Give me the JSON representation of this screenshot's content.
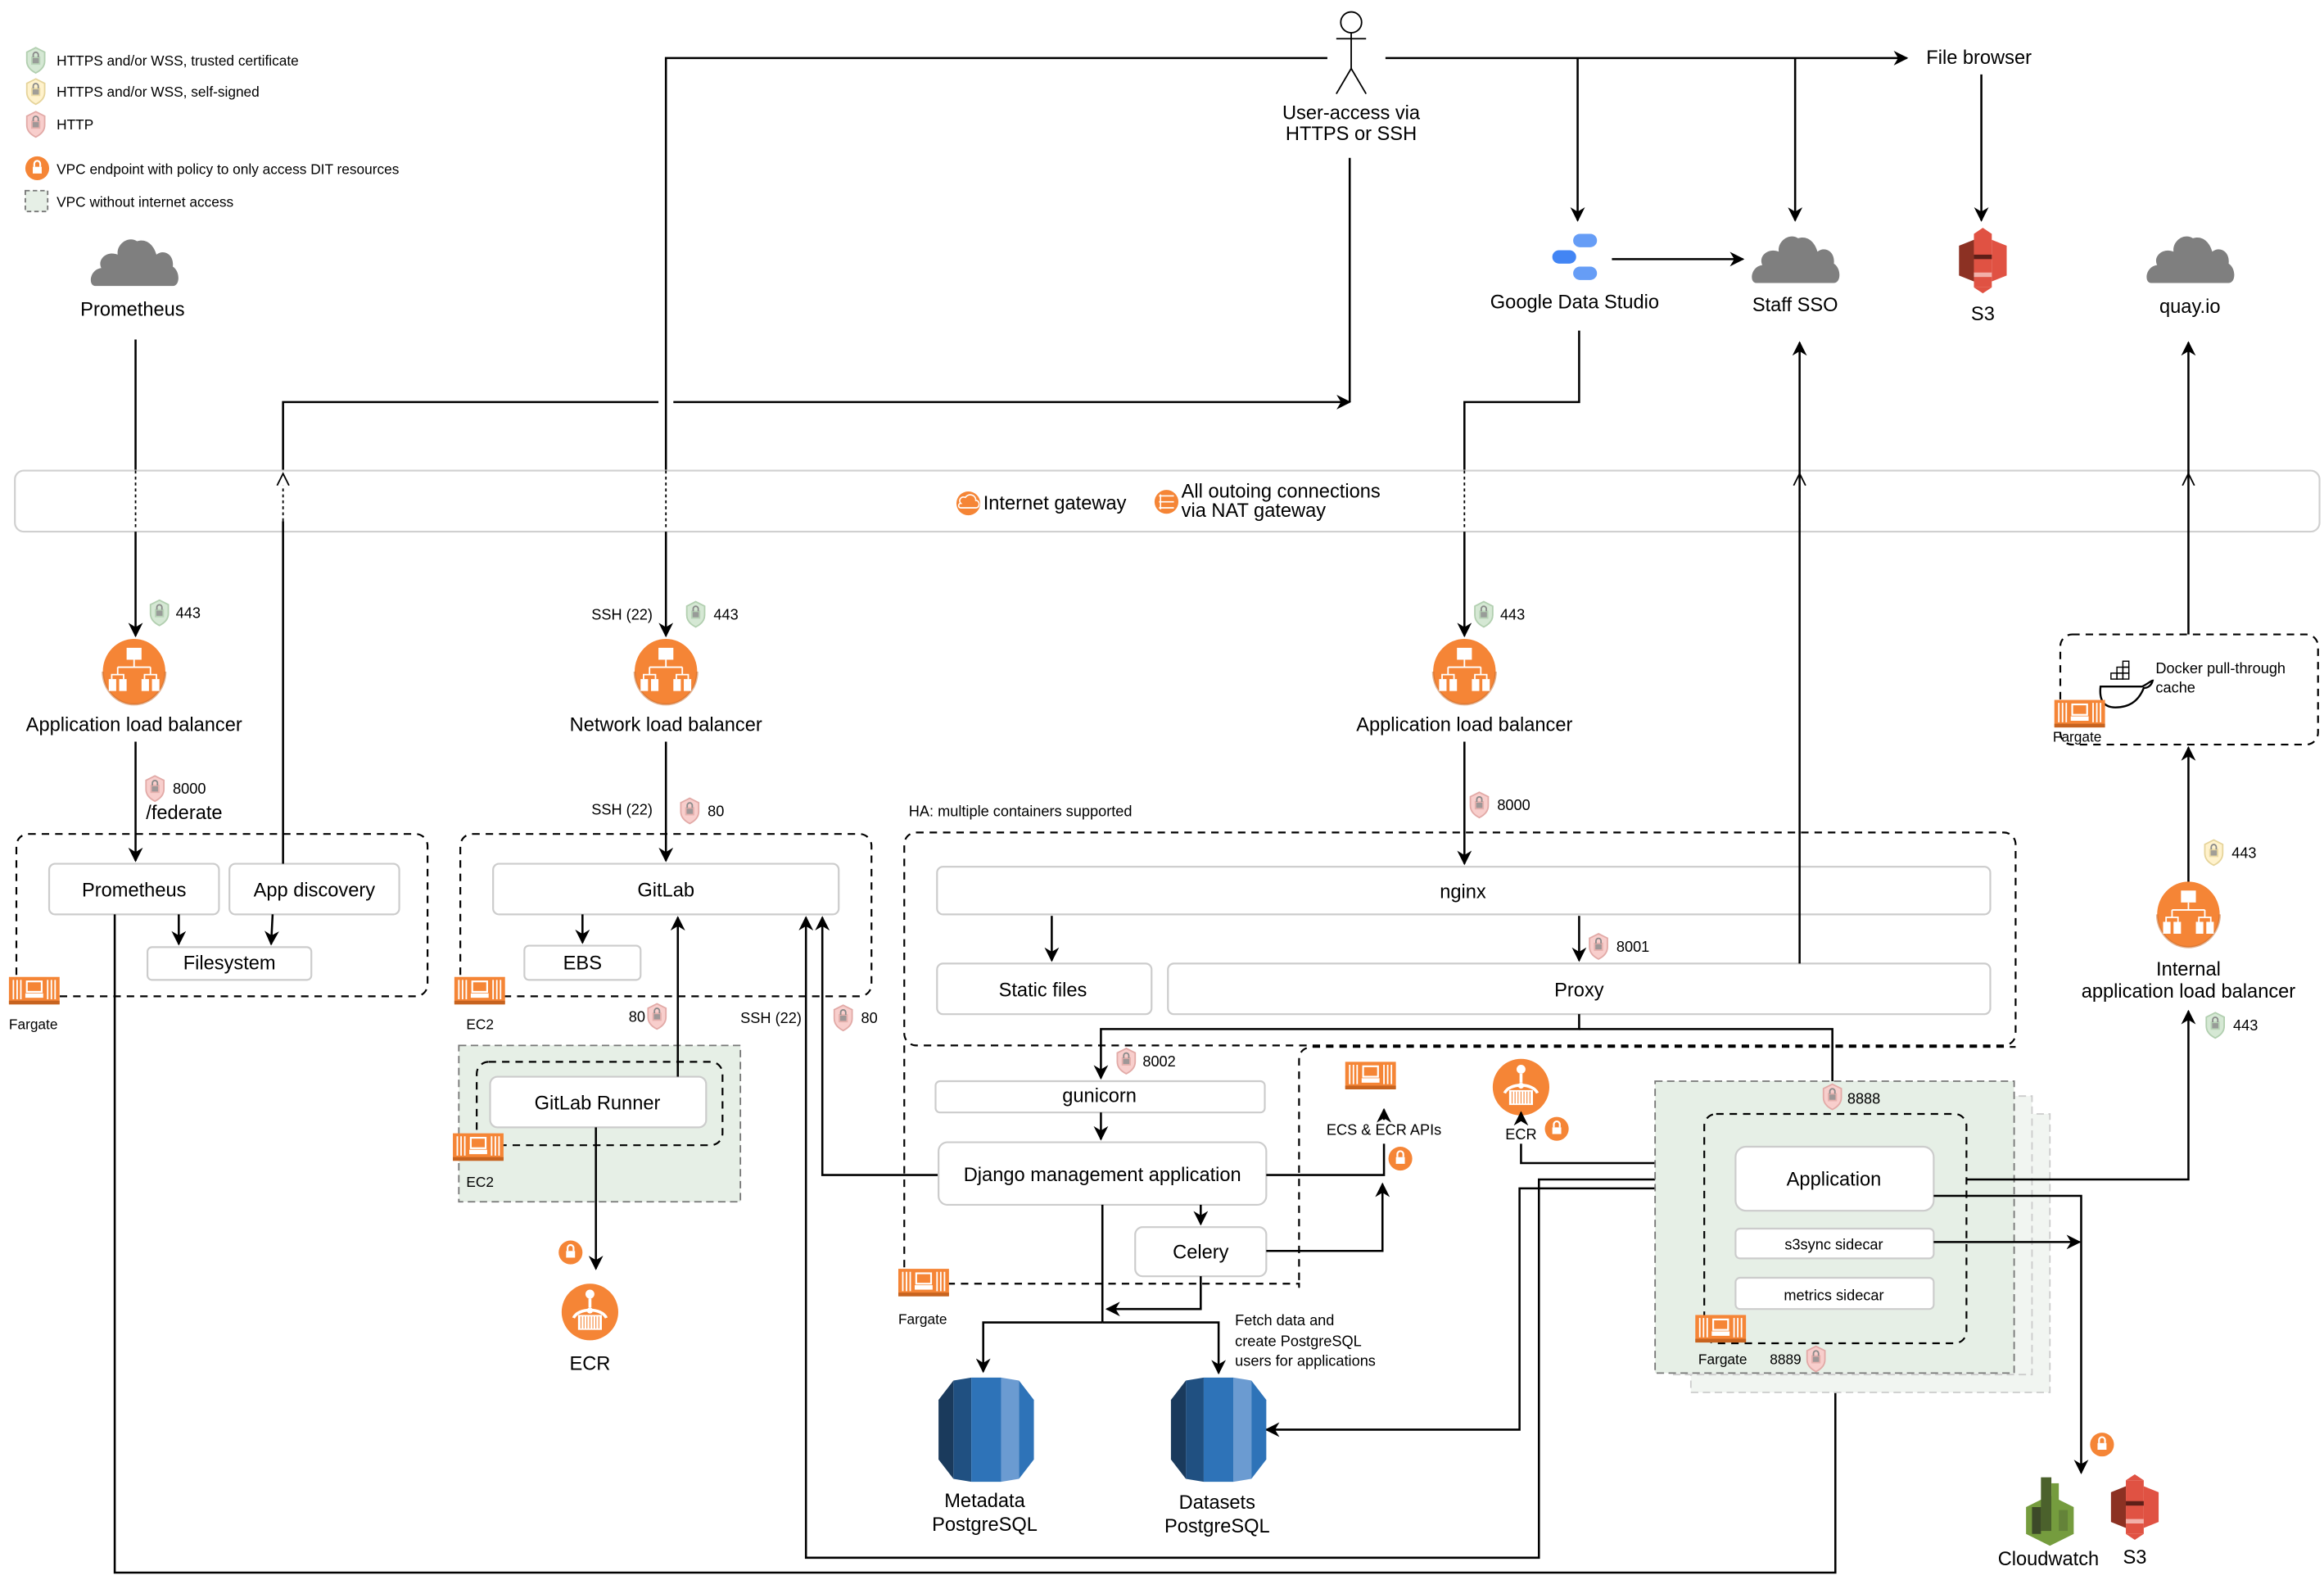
{
  "legend": {
    "items": [
      {
        "icon": "shield-green-icon",
        "label": "HTTPS and/or WSS, trusted certificate"
      },
      {
        "icon": "shield-yellow-icon",
        "label": "HTTPS and/or WSS, self-signed"
      },
      {
        "icon": "shield-red-icon",
        "label": "HTTP"
      },
      {
        "icon": "vpc-endpoint-lock-icon",
        "label": "VPC endpoint with policy to only access DIT resources"
      },
      {
        "icon": "vpc-no-internet-box-icon",
        "label": "VPC without internet access"
      }
    ]
  },
  "colors": {
    "aws_orange": "#f58536",
    "shield_green": "#d5e8d4",
    "shield_yellow": "#fff2cc",
    "shield_red": "#f8cecc",
    "vpc_green": "#e6efe6",
    "cloud_grey": "#7f7f7f",
    "s3_red": "#e05243",
    "rds_blue": "#2e73b8",
    "cloudwatch_green": "#759c3e",
    "gds_blue": "#4285f4"
  },
  "external": {
    "user": "User-access via\nHTTPS or SSH",
    "user_line1": "User-access via",
    "user_line2": "HTTPS or SSH",
    "file_browser": "File browser",
    "prometheus_cloud": "Prometheus",
    "google_data_studio": "Google Data Studio",
    "staff_sso": "Staff SSO",
    "s3_top": "S3",
    "quay": "quay.io"
  },
  "gateway": {
    "internet_gateway": "Internet gateway",
    "nat_line1": "All outoing connections",
    "nat_line2": "via NAT gateway"
  },
  "load_balancers": {
    "alb_left": "Application load balancer",
    "nlb": "Network load balancer",
    "alb_main": "Application load balancer",
    "internal_line1": "Internal",
    "internal_line2": "application load balancer"
  },
  "ports": {
    "alb_left_in": "443",
    "alb_left_out": "8000",
    "federate_path": "/federate",
    "nlb_ssh_in": "SSH (22)",
    "nlb_https_in": "443",
    "nlb_ssh_out": "SSH (22)",
    "nlb_http_out": "80",
    "alb_main_in": "443",
    "alb_main_out": "8000",
    "proxy": "8001",
    "gunicorn": "8002",
    "runner_http": "80",
    "app_ssh": "SSH (22)",
    "app_http": "80",
    "application": "8888",
    "metrics": "8889",
    "docker_cache": "443",
    "internal_alb_in": "443"
  },
  "prometheus_cluster": {
    "prometheus": "Prometheus",
    "app_discovery": "App discovery",
    "filesystem": "Filesystem",
    "compute_label": "Fargate"
  },
  "gitlab_cluster": {
    "gitlab": "GitLab",
    "ebs": "EBS",
    "compute_label": "EC2",
    "runner": "GitLab Runner",
    "runner_compute_label": "EC2",
    "ecr": "ECR"
  },
  "main_cluster": {
    "ha_note": "HA: multiple containers supported",
    "nginx": "nginx",
    "static_files": "Static files",
    "proxy": "Proxy",
    "gunicorn": "gunicorn",
    "django": "Django management application",
    "celery": "Celery",
    "compute_label": "Fargate",
    "ecs_ecr_apis": "ECS & ECR APIs",
    "ecr": "ECR"
  },
  "databases": {
    "metadata_line1": "Metadata",
    "metadata_line2": "PostgreSQL",
    "datasets_line1": "Datasets",
    "datasets_line2": "PostgreSQL",
    "fetch_note_line1": "Fetch data and",
    "fetch_note_line2": "create PostgreSQL",
    "fetch_note_line3": "users for applications"
  },
  "app_cluster": {
    "application": "Application",
    "s3sync": "s3sync sidecar",
    "metrics": "metrics sidecar",
    "compute_label": "Fargate"
  },
  "docker_cache": {
    "line1": "Docker pull-through",
    "line2": "cache",
    "compute_label": "Fargate"
  },
  "bottom_services": {
    "cloudwatch": "Cloudwatch",
    "s3": "S3"
  }
}
